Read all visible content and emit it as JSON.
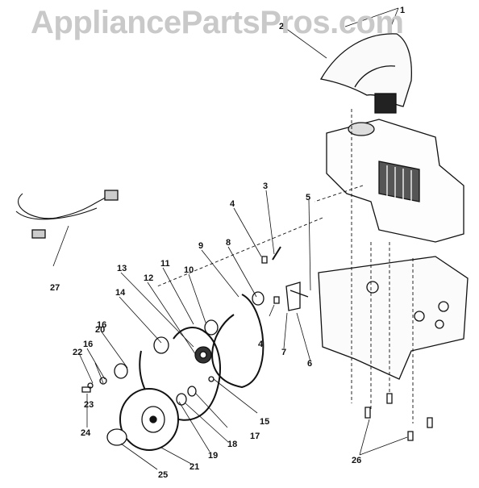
{
  "watermark": "AppliancePartsPros.com",
  "callouts": [
    "1",
    "2",
    "3",
    "4",
    "4",
    "5",
    "6",
    "7",
    "8",
    "9",
    "10",
    "11",
    "12",
    "13",
    "14",
    "15",
    "16",
    "16",
    "17",
    "18",
    "19",
    "20",
    "21",
    "22",
    "23",
    "24",
    "25",
    "26",
    "27"
  ]
}
